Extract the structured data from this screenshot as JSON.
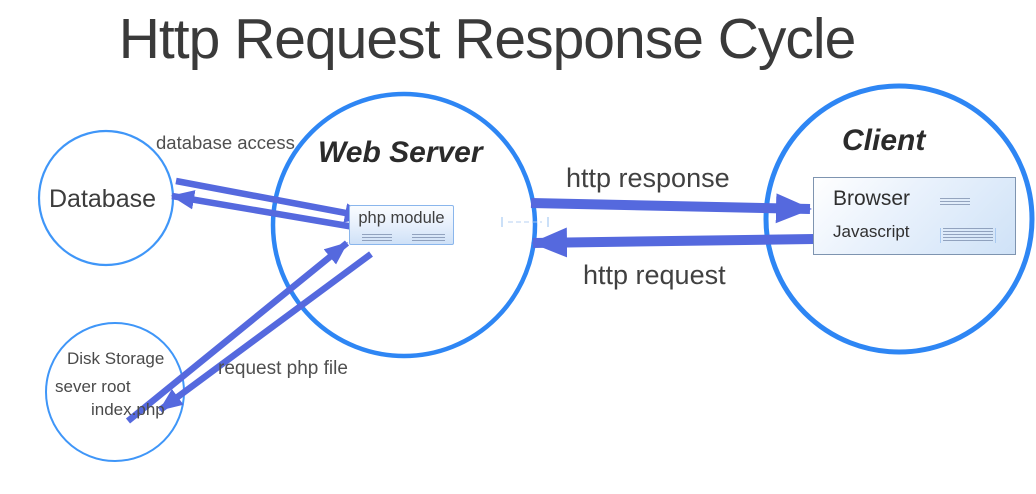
{
  "title": "Http Request Response Cycle",
  "colors": {
    "arrow": "#5569DE",
    "circle_large": "#2E86F4",
    "circle_small": "#3F96F8",
    "title_text": "#3A3A3A"
  },
  "nodes": {
    "database": {
      "label": "Database"
    },
    "web_server": {
      "label": "Web Server",
      "php_module": {
        "label": "php module"
      }
    },
    "client": {
      "label": "Client",
      "browser": {
        "label": "Browser"
      },
      "javascript": {
        "label": "Javascript"
      }
    },
    "disk_storage": {
      "lines": [
        "Disk Storage",
        "sever root",
        "index.php"
      ]
    }
  },
  "edges": {
    "database_access": {
      "label": "database access"
    },
    "http_response": {
      "label": "http response"
    },
    "http_request": {
      "label": "http request"
    },
    "request_php_file": {
      "label": "request php file"
    }
  }
}
